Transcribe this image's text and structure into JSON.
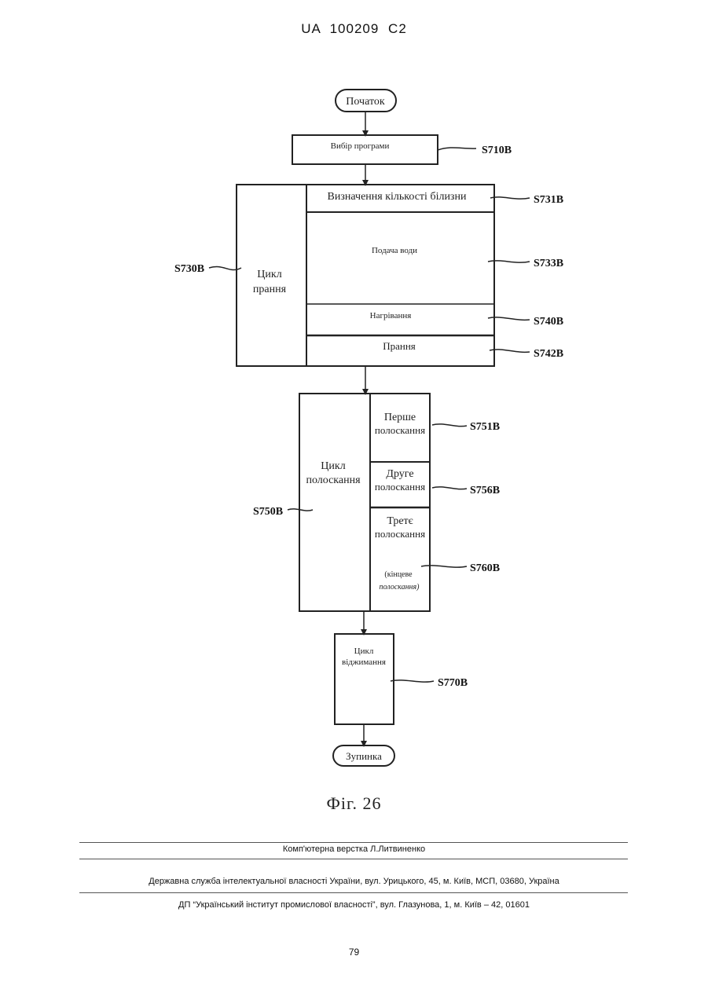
{
  "header": {
    "doc_id": "UA   100209   C2"
  },
  "flowchart": {
    "start": "Початок",
    "select_program": "Вибір програми",
    "wash_cycle": {
      "line1": "Цикл",
      "line2": "прання"
    },
    "determine_laundry": "Визначення кількості білизни",
    "water_supply": "Подача води",
    "heating": "Нагрівання",
    "washing": "Прання",
    "rinse_cycle": {
      "line1": "Цикл",
      "line2": "полоскання"
    },
    "first_rinse": {
      "line1": "Перше",
      "line2": "полоскання"
    },
    "second_rinse": {
      "line1": "Друге",
      "line2": "полоскання"
    },
    "third_rinse": {
      "line1": "Третє",
      "line2": "полоскання",
      "note1": "(кінцеве",
      "note2": "полоскання)"
    },
    "spin_cycle": {
      "line1": "Цикл",
      "line2": "віджимання"
    },
    "stop": "Зупинка",
    "labels": {
      "s710b": "S710B",
      "s730b": "S730B",
      "s731b": "S731B",
      "s733b": "S733B",
      "s740b": "S740B",
      "s742b": "S742B",
      "s750b": "S750B",
      "s751b": "S751B",
      "s756b": "S756B",
      "s760b": "S760B",
      "s770b": "S770B"
    }
  },
  "figure_caption": "Фіг. 26",
  "footer": {
    "layout_credit": "Комп'ютерна верстка Л.Литвиненко",
    "agency": "Державна служба інтелектуальної власності України, вул. Урицького, 45, м. Київ, МСП, 03680, Україна",
    "institute": "ДП “Український інститут промислової власності”, вул. Глазунова, 1, м. Київ – 42, 01601"
  },
  "page_number": "79"
}
